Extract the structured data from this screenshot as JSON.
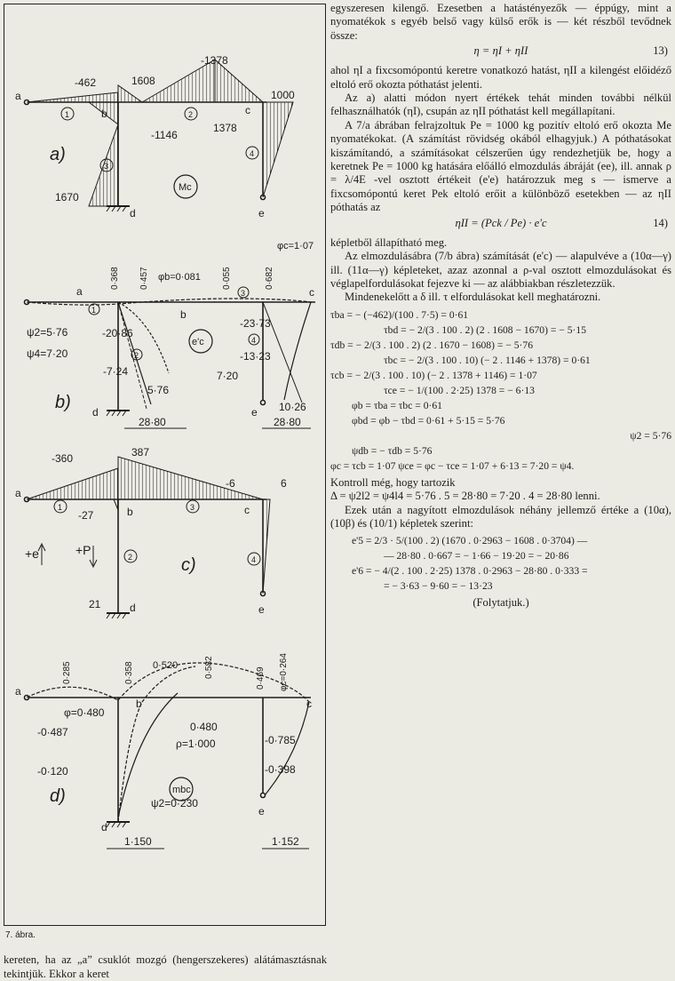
{
  "figure": {
    "caption": "7. ábra.",
    "a": {
      "label": "a)",
      "moment": "Mc",
      "values": [
        "-462",
        "1608",
        "-1378",
        "1000",
        "-1146",
        "1378",
        "1670"
      ],
      "nodes": [
        "a",
        "b",
        "c",
        "d",
        "e"
      ],
      "bars": [
        "1",
        "2",
        "3",
        "4"
      ]
    },
    "b": {
      "label": "b)",
      "disp": "e'c",
      "phi_b": "φb=0·081",
      "phi_c": "φc=1·07",
      "psi2": "ψ2=5·76",
      "psi4": "ψ4=7·20",
      "top_vals": [
        "0·368",
        "0·457",
        "0·055",
        "0·682"
      ],
      "left_vals": [
        "-20·86",
        "-7·24",
        "5·76"
      ],
      "right_vals": [
        "-23·73",
        "-13·23",
        "7·20",
        "10·26"
      ],
      "dims": [
        "28·80",
        "28·80"
      ],
      "nodes": [
        "a",
        "b",
        "c",
        "d",
        "e"
      ],
      "bars": [
        "1",
        "2",
        "3",
        "4"
      ]
    },
    "c": {
      "label": "c)",
      "values": [
        "-360",
        "387",
        "-6",
        "6",
        "-27",
        "21"
      ],
      "sign_e": "+e",
      "sign_p": "+P",
      "nodes": [
        "a",
        "b",
        "c",
        "d",
        "e"
      ],
      "bars": [
        "1",
        "2",
        "3",
        "4"
      ]
    },
    "d": {
      "label": "d)",
      "moment": "mbc",
      "top_vals": [
        "0·285",
        "0·358",
        "0·520",
        "0·582",
        "0·469"
      ],
      "phi_c": "φc=0·264",
      "phi": "φ=0·480",
      "vals": [
        "-0·487",
        "0·480",
        "-0·785",
        "-0·398",
        "-0·120"
      ],
      "rho": "ρ=1·000",
      "psi2": "ψ2=0·230",
      "dims": [
        "1·150",
        "1·152"
      ],
      "nodes": [
        "a",
        "b",
        "c",
        "d",
        "e"
      ]
    }
  },
  "bottom_paragraph": "kereten, ha az „a” csuklót mozgó (hengerszekeres) alátámasztásnak tekintjük. Ekkor a keret",
  "column": {
    "p1": "egyszeresen kilengő. Ezesetben a hatásténye­zők — éppúgy, mint a nyomatékok s egyéb belső vagy külső erők is — két részből tevődnek össze:",
    "eq13": "η = ηI + ηII",
    "eq13_num": "13)",
    "p2": "ahol ηI a fixcsomópontú keretre vonatkozó hatást, ηII a kilengést előidéző eltoló erő okozta póthatást jelenti.",
    "p3": "Az a) alatti módon nyert értékek tehát minden további nélkül felhasználhatók (ηI), csupán az ηII póthatást kell megállapítani.",
    "p4": "A 7/a ábrában felrajzoltuk Pe = 1000 kg pozitív eltoló erő okozta Me nyomatékokat. (A számítást rövidség okából elhagyjuk.) A póthatásokat kiszámítandó, a számításokat célszerűen úgy rendezhetjük be, hogy a keretnek Pe = 1000 kg hatására előálló elmozdulás ábráját (ee), ill. annak ρ = λ/4E -vel osztott értékeit (e'e) határozzuk meg s — ismerve a fixcsomópontú keret Pek eltoló erőit a különböző esetekben — az ηII póthatás az",
    "eq14": "ηII = (Pck / Pe) · e'c",
    "eq14_num": "14)",
    "p5": "képletből állapítható meg.",
    "p6": "Az elmozdulásábra (7/b ábra) számítását (e'c) — alapulvéve a (10α—γ) ill. (11α—γ) képleteket, azaz azonnal a ρ-val osztott elmozdulásokat és véglapelfordulásokat fejezve ki — az alábbiakban részletezzük.",
    "p7": "Mindenekelőtt a δ ill. τ elfordulásokat kell meghatározni.",
    "calc": [
      "τba = − (−462)/(100 . 7·5) = 0·61",
      "τbd = − 2/(3 . 100 . 2) (2 . 1608 − 1670) = − 5·15",
      "τdb = − 2/(3 . 100 . 2) (2 . 1670 − 1608) = − 5·76",
      "τbc = − 2/(3 . 100 . 10) (− 2 . 1146 + 1378) = 0·61",
      "τcb = − 2/(3 . 100 . 10) (− 2 . 1378 + 1146) = 1·07",
      "τce = − 1/(100 . 2·25) 1378 = − 6·13",
      "φb = τba = τbc = 0·61",
      "φbd = φb − τbd = 0·61 + 5·15 = 5·76",
      "ψ2 = 5·76",
      "ψdb = − τdb = 5·76",
      "φc = τcb = 1·07     ψce = φc − τce = 1·07 + 6·13 = 7·20 = ψ4."
    ],
    "p8": "Kontroll még, hogy tartozik",
    "p9": "Δ = ψ2l2 = ψ4l4 = 5·76 . 5 = 28·80 = 7·20 . 4 = 28·80 lenni.",
    "p10": "Ezek után a nagyított elmozdulások néhány jellemző értéke a (10α), (10β) és (10/1) képletek szerint:",
    "e5a": "e'5 = 2/3 · 5/(100 . 2) (1670 . 0·2963 − 1608 . 0·3704) —",
    "e5b": "— 28·80 . 0·667 = − 1·66 − 19·20 = − 20·86",
    "e6a": "e'6 = − 4/(2 . 100 . 2·25) 1378 . 0·2963 − 28·80 . 0·333 =",
    "e6b": "= − 3·63 − 9·60 = − 13·23",
    "fin": "(Folytatjuk.)"
  }
}
